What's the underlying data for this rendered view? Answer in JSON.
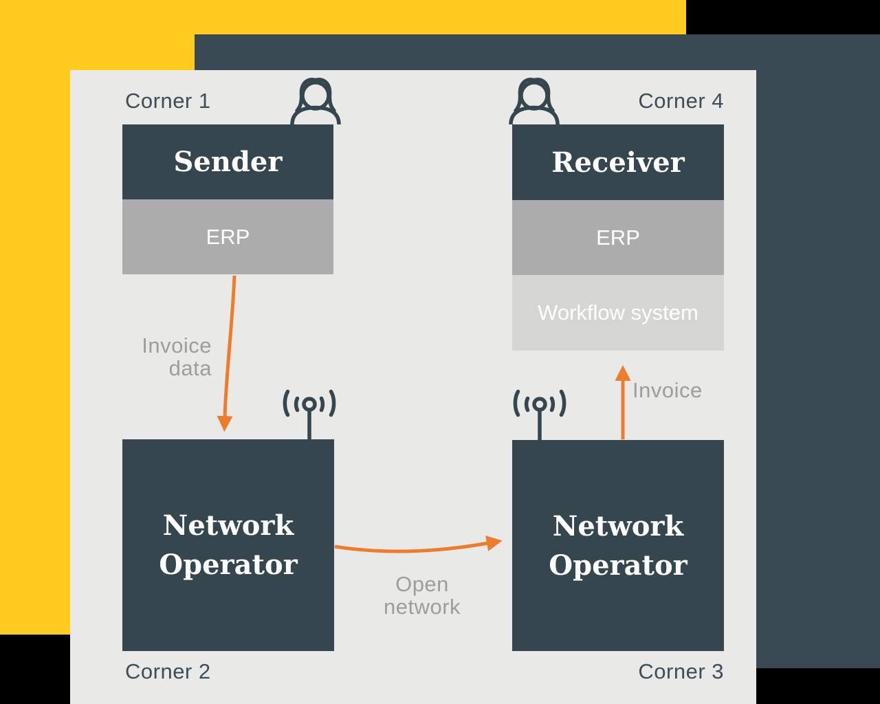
{
  "colors": {
    "background": "#000000",
    "yellow_backdrop": "#FFCB1F",
    "slate_backdrop": "#3A4A55",
    "panel": "#E9E9E7",
    "node_slate": "#36464F",
    "erp_gray": "#ACACAC",
    "workflow_gray": "#D5D5D3",
    "arrow_orange": "#EE7C2D",
    "flow_label_gray": "#9D9D9D",
    "corner_label_slate": "#3E4D58"
  },
  "corners": {
    "c1": "Corner 1",
    "c2": "Corner 2",
    "c3": "Corner 3",
    "c4": "Corner 4"
  },
  "nodes": {
    "sender": {
      "title": "Sender",
      "erp": "ERP"
    },
    "receiver": {
      "title": "Receiver",
      "erp": "ERP",
      "workflow": "Workflow system"
    },
    "network_operator_left": {
      "title": "Network Operator"
    },
    "network_operator_right": {
      "title": "Network Operator"
    }
  },
  "flows": {
    "invoice_data": {
      "line1": "Invoice",
      "line2": "data"
    },
    "open_network": {
      "line1": "Open",
      "line2": "network"
    },
    "invoice": {
      "label": "Invoice"
    }
  },
  "icons": {
    "person": "person-icon",
    "antenna": "antenna-icon"
  }
}
